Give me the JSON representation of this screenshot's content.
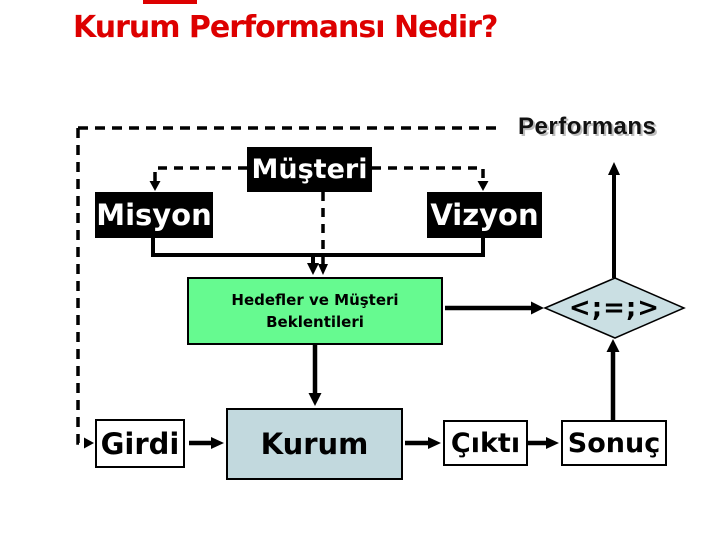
{
  "slide": {
    "title": "Kurum Performansı Nedir?",
    "performans_label": "Performans"
  },
  "diagram": {
    "boxes": {
      "musteri": "Müşteri",
      "misyon": "Misyon",
      "vizyon": "Vizyon",
      "hedefler_lines": [
        "Hedefler ve Müşteri",
        "Beklentileri"
      ],
      "comparison": "<;=;>",
      "girdi": "Girdi",
      "kurum": "Kurum",
      "cikti": "Çıktı",
      "sonuc": "Sonuç"
    },
    "colors": {
      "title_red": "#dd0000",
      "box_black": "#000000",
      "green_fill": "#66fa90",
      "kurum_blue_fill": "#c2d9de",
      "diamond_fill": "#cadfe3",
      "line_black": "#000000"
    }
  }
}
